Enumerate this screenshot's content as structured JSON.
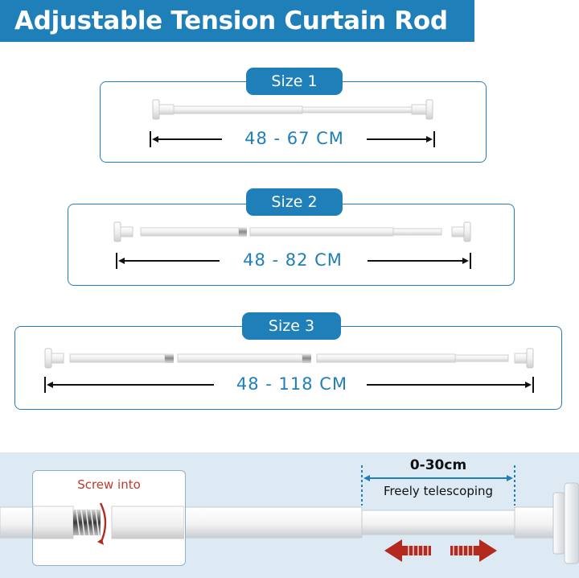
{
  "title": "Adjustable Tension Curtain Rod",
  "colors": {
    "accent": "#1f7fb8",
    "arrow_red": "#b52a1e",
    "panel_bg": "#dde9f3"
  },
  "sizes": [
    {
      "tab": "Size 1",
      "range": "48 - 67 CM"
    },
    {
      "tab": "Size 2",
      "range": "48 - 82 CM"
    },
    {
      "tab": "Size 3",
      "range": "48 - 118 CM"
    }
  ],
  "detail": {
    "screw_label": "Screw into",
    "range_label": "0-30cm",
    "telescoping_label": "Freely telescoping"
  }
}
